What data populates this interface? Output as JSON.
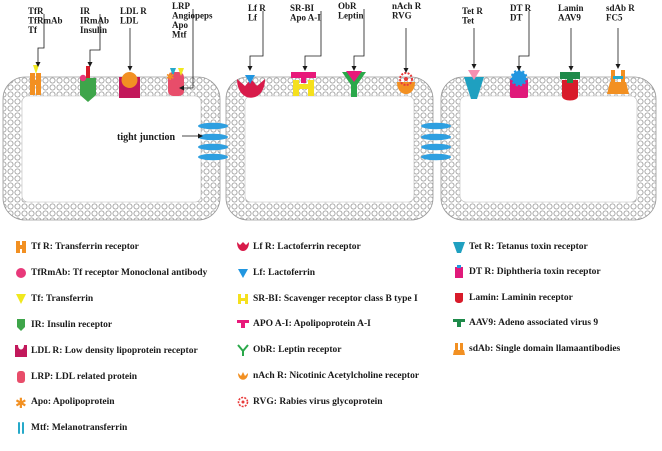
{
  "diagram": {
    "tight_junction_label": "tight junction",
    "receptor_labels": [
      {
        "id": "tf",
        "lines": [
          "TfR",
          "TfRmAb",
          "Tf"
        ]
      },
      {
        "id": "ir",
        "lines": [
          "IR",
          "IRmAb",
          "Insulin"
        ]
      },
      {
        "id": "ldl",
        "lines": [
          "LDL R",
          "LDL"
        ]
      },
      {
        "id": "lrp",
        "lines": [
          "LRP",
          "Angiopeps",
          "Apo",
          "Mtf"
        ]
      },
      {
        "id": "lf",
        "lines": [
          "Lf R",
          "Lf"
        ]
      },
      {
        "id": "srbi",
        "lines": [
          "SR-BI",
          "Apo A-I"
        ]
      },
      {
        "id": "obr",
        "lines": [
          "ObR",
          "Leptin"
        ]
      },
      {
        "id": "nach",
        "lines": [
          "nAch R",
          "RVG"
        ]
      },
      {
        "id": "tet",
        "lines": [
          "Tet R",
          "Tet"
        ]
      },
      {
        "id": "dt",
        "lines": [
          "DT R",
          "DT"
        ]
      },
      {
        "id": "lamin",
        "lines": [
          "Lamin",
          "AAV9"
        ]
      },
      {
        "id": "sdab",
        "lines": [
          "sdAb R",
          "FC5"
        ]
      }
    ]
  },
  "legend": {
    "columns": [
      [
        {
          "text": "Tf R: Transferrin receptor",
          "color": "#f29022",
          "shape": "tfr"
        },
        {
          "text": "TfRmAb: Tf receptor Monoclonal antibody",
          "color": "#e8397a",
          "shape": "circle"
        },
        {
          "text": "Tf: Transferrin",
          "color": "#f0e81e",
          "shape": "tri"
        },
        {
          "text": "IR: Insulin receptor",
          "color": "#3ea54a",
          "shape": "ir"
        },
        {
          "text": "LDL R: Low density lipoprotein receptor",
          "color": "#c2185b",
          "shape": "ldl"
        },
        {
          "text": "LRP: LDL related protein",
          "color": "#e84d6a",
          "shape": "lrp"
        },
        {
          "text": "Apo: Apolipoprotein",
          "color": "#f29022",
          "shape": "star"
        },
        {
          "text": "Mtf: Melanotransferrin",
          "color": "#26a9c9",
          "shape": "mtf"
        }
      ],
      [
        {
          "text": "Lf R: Lactoferrin receptor",
          "color": "#d81b4a",
          "shape": "lfr"
        },
        {
          "text": "Lf: Lactoferrin",
          "color": "#2196e0",
          "shape": "drop"
        },
        {
          "text": "SR-BI: Scavenger receptor class B type I",
          "color": "#f5e01e",
          "shape": "srbi"
        },
        {
          "text": "APO A-I: Apolipoprotein A-I",
          "color": "#e8197a",
          "shape": "apoa"
        },
        {
          "text": "ObR: Leptin receptor",
          "color": "#2aa84a",
          "shape": "obr"
        },
        {
          "text": "nAch R: Nicotinic Acetylcholine receptor",
          "color": "#f29022",
          "shape": "nach"
        },
        {
          "text": "RVG: Rabies virus glycoprotein",
          "color": "#e83a3a",
          "shape": "rvg"
        }
      ],
      [
        {
          "text": "Tet R: Tetanus toxin receptor",
          "color": "#1fa0c0",
          "shape": "tetr"
        },
        {
          "text": "DT R: Diphtheria toxin receptor",
          "color": "#e0197a",
          "shape": "dtr"
        },
        {
          "text": "Lamin: Laminin receptor",
          "color": "#d81b2a",
          "shape": "lamin"
        },
        {
          "text": "AAV9: Adeno associated virus 9",
          "color": "#1e8a4a",
          "shape": "aav9"
        },
        {
          "text": "sdAb: Single domain llamaantibodies",
          "color": "#f29022",
          "shape": "sdab"
        }
      ]
    ]
  }
}
